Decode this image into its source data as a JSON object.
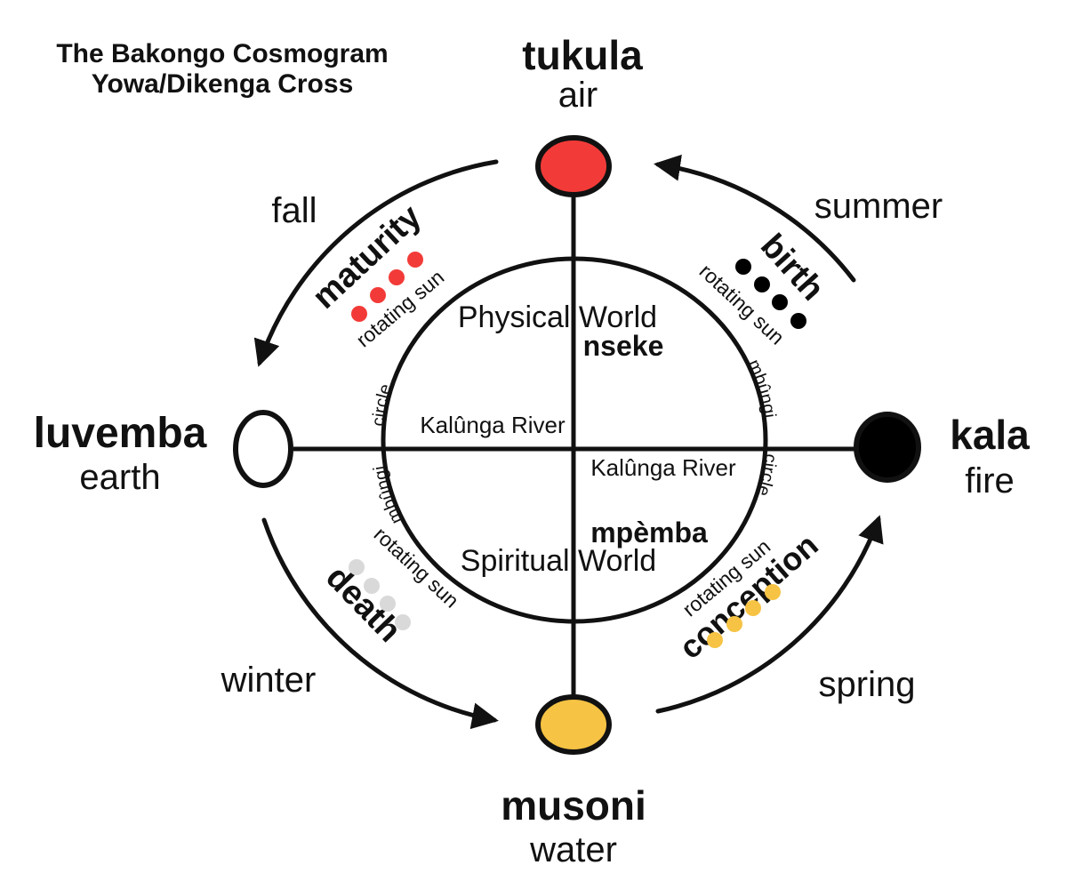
{
  "title": {
    "line1": "The Bakongo Cosmogram",
    "line2": "Yowa/Dikenga Cross"
  },
  "colors": {
    "red": "#f23b38",
    "yellow": "#f6c344",
    "gray": "#d9d9d9",
    "black": "#000000",
    "white": "#ffffff",
    "line": "#111111"
  },
  "cardinals": {
    "north": {
      "name": "tukula",
      "element": "air"
    },
    "west": {
      "name": "luvemba",
      "element": "earth"
    },
    "east": {
      "name": "kala",
      "element": "fire"
    },
    "south": {
      "name": "musoni",
      "element": "water"
    }
  },
  "seasons": {
    "fall": "fall",
    "summer": "summer",
    "winter": "winter",
    "spring": "spring"
  },
  "stages": {
    "maturity": "maturity",
    "birth": "birth",
    "death": "death",
    "conception": "conception"
  },
  "rotating_sun": "rotating sun",
  "worlds": {
    "physical": "Physical World",
    "physical_kikongo": "nseke",
    "spiritual": "Spiritual World",
    "spiritual_kikongo": "mpèmba"
  },
  "river": "Kalûnga River",
  "ring_labels": {
    "circle": "circle",
    "mbungi": "mbûngi"
  }
}
